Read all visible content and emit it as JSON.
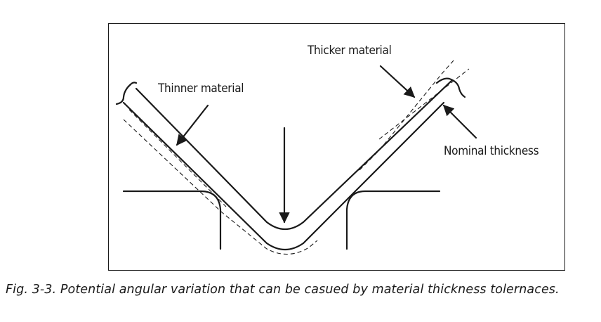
{
  "labels": {
    "thinner": "Thinner material",
    "thicker": "Thicker material",
    "nominal": "Nominal thickness"
  },
  "caption": "Fig. 3-3. Potential angular variation that can be casued by material thickness tolernaces."
}
